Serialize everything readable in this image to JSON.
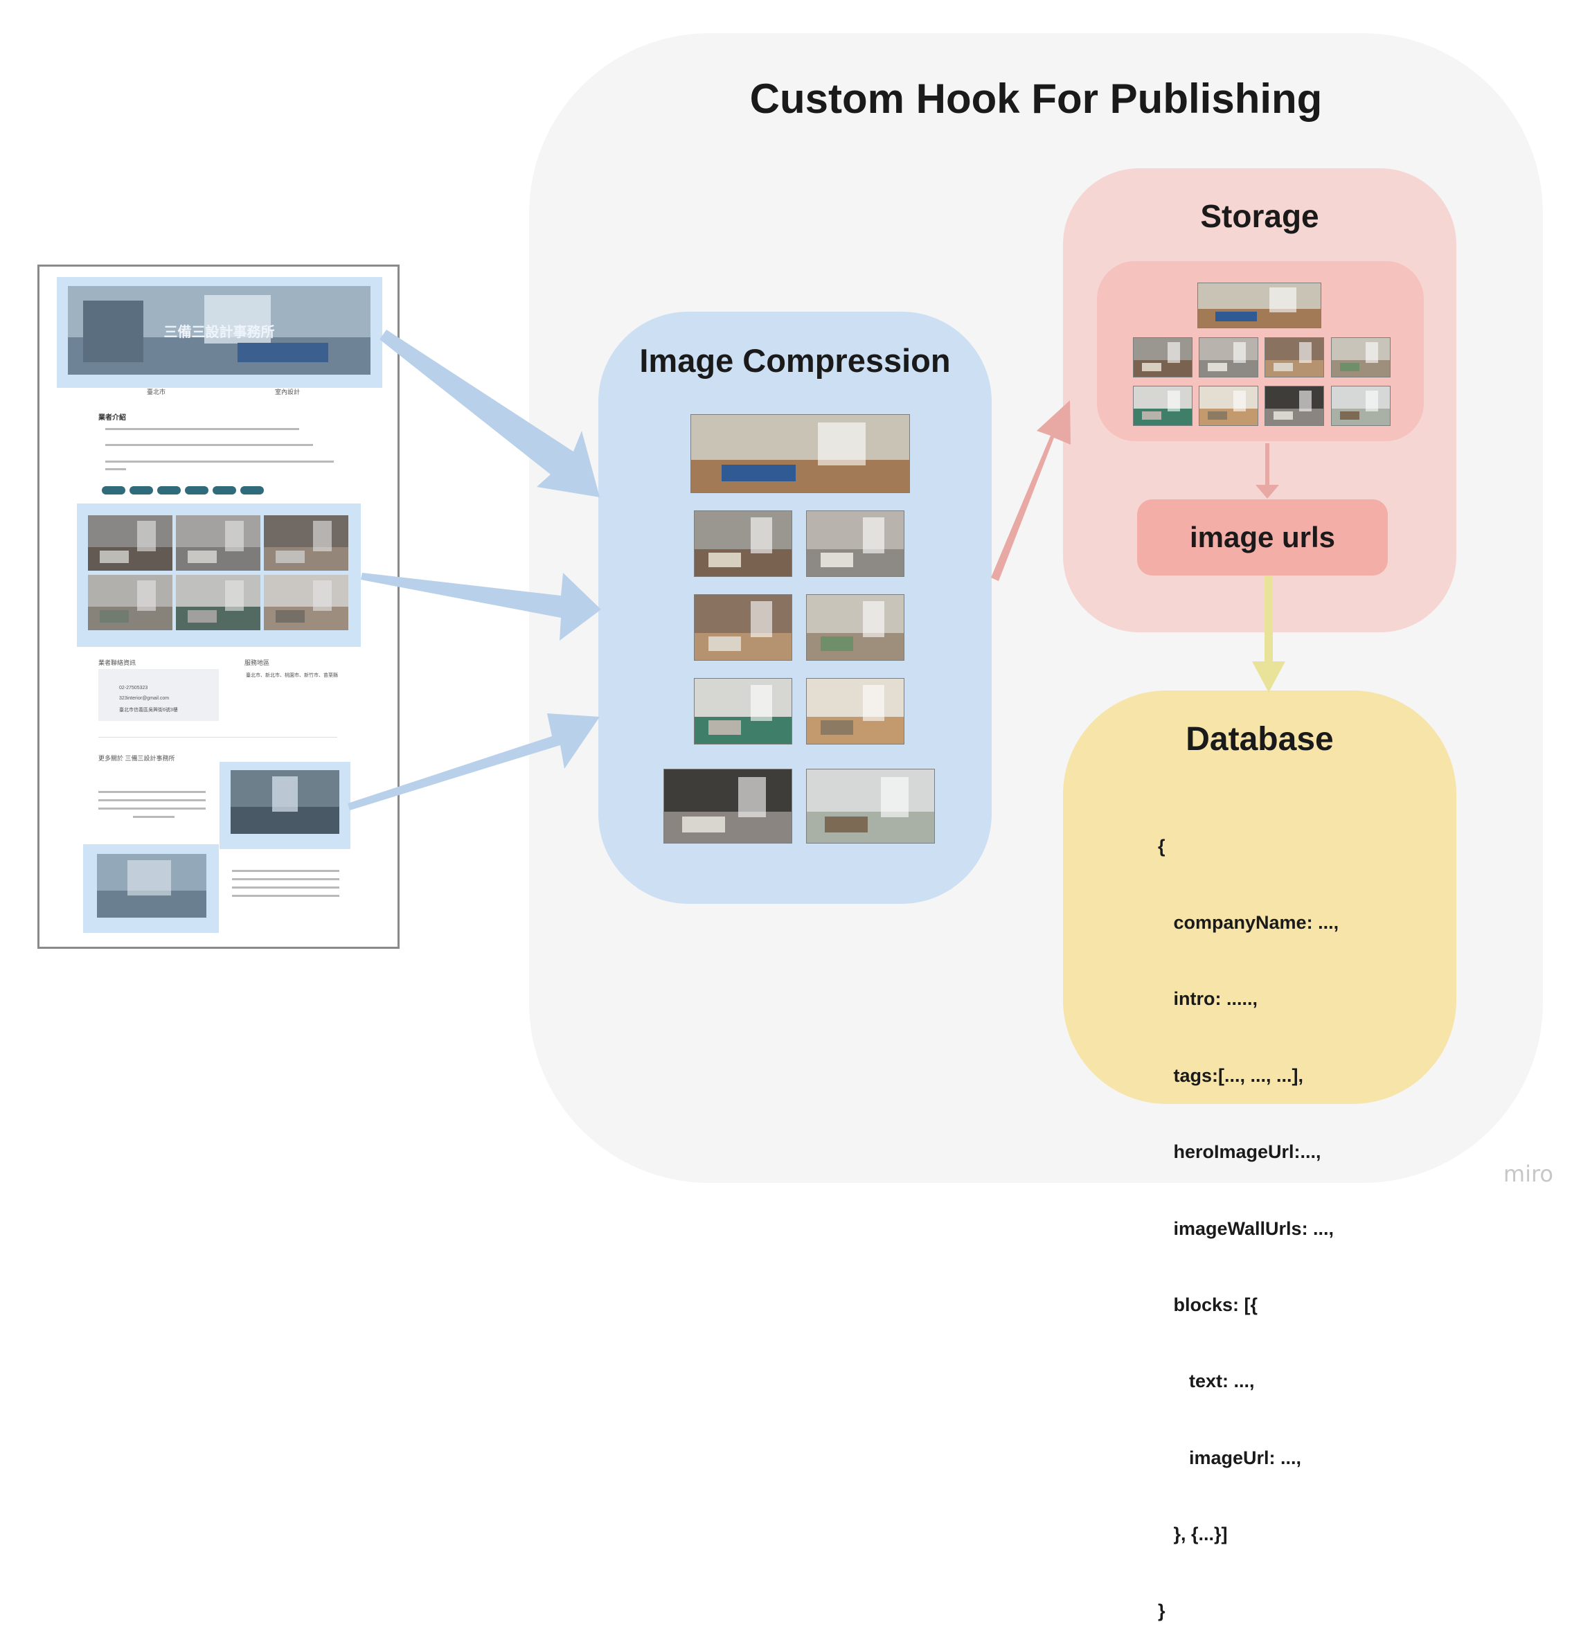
{
  "outer": {
    "title": "Custom Hook For Publishing"
  },
  "compression": {
    "title": "Image Compression"
  },
  "storage": {
    "title": "Storage",
    "urls_label": "image urls"
  },
  "database": {
    "title": "Database",
    "code_lines": [
      "{",
      "   companyName: ...,",
      "   intro: .....,",
      "   tags:[..., ..., ...],",
      "   heroImageUrl:...,",
      "   imageWallUrls: ...,",
      "   blocks: [{",
      "      text: ...,",
      "      imageUrl: ...,",
      "   }, {...}]",
      "}"
    ]
  },
  "webpage": {
    "hero_text": "三備三設計事務所",
    "location": "臺北市",
    "category": "室內設計",
    "intro_heading": "業者介紹",
    "contact_heading": "業者聯絡資訊",
    "service_heading": "服務地區",
    "phone": "02-27505323",
    "email": "323interior@gmail.com",
    "address": "臺北市信義區吳興街6號3樓",
    "service_area": "臺北市、新北市、桃園市、新竹市、苗栗縣",
    "more_heading": "更多關於 三備三設計事務所"
  },
  "colors": {
    "outer_bg": "#f5f5f5",
    "compression_bg": "#cde0f3",
    "storage_bg": "#f5d6d3",
    "storage_inner_bg": "#f5c2bd",
    "urls_bg": "#f4aea8",
    "database_bg": "#f6e4a9",
    "blue_arrow": "#b9d0ea",
    "red_arrow": "#e8a8a3",
    "yellow_arrow": "#e9e39a",
    "highlight": "#cfe3f7"
  },
  "brand": "miro"
}
